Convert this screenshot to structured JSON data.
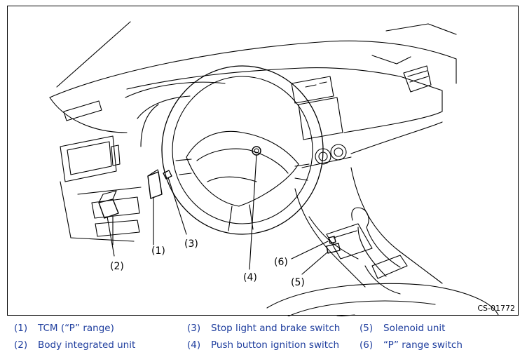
{
  "figure_id": "CS-01772",
  "callouts": {
    "c1": "(1)",
    "c2": "(2)",
    "c3": "(3)",
    "c4": "(4)",
    "c5": "(5)",
    "c6": "(6)"
  },
  "legend": [
    {
      "num": "(1)",
      "label": "TCM (“P” range)"
    },
    {
      "num": "(2)",
      "label": "Body integrated unit"
    },
    {
      "num": "(3)",
      "label": "Stop light and brake switch"
    },
    {
      "num": "(4)",
      "label": "Push button ignition switch"
    },
    {
      "num": "(5)",
      "label": "Solenoid unit"
    },
    {
      "num": "(6)",
      "label": "“P” range switch"
    }
  ],
  "colors": {
    "legend_text": "#1f3e9e",
    "line": "#000000"
  }
}
